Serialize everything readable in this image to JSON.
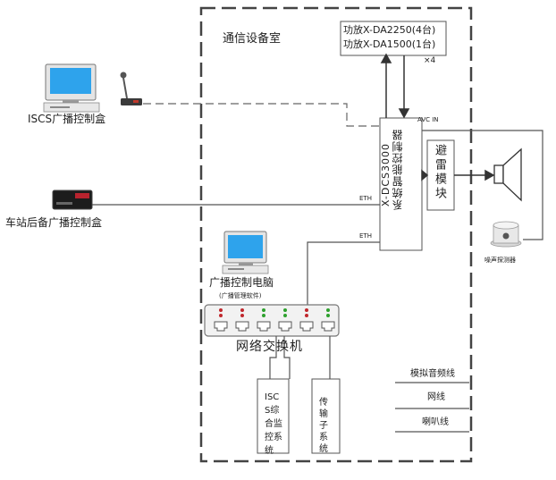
{
  "room_label": "通信设备室",
  "amplifier": {
    "line1": "功放X-DA2250(4台)",
    "line2": "功放X-DA1500(1台)",
    "multiplier": "×4"
  },
  "controller": {
    "name": "系统智能控制器",
    "model": "X-DCS3000"
  },
  "port_labels": {
    "avc_in": "AVC IN",
    "eth_top": "ETH",
    "eth_bottom": "ETH"
  },
  "lightning": {
    "label": "避雷模块"
  },
  "noise_detector": {
    "label": "噪声探测器"
  },
  "iscs_box": {
    "label": "ISCS广播控制盒"
  },
  "backup_box": {
    "label": "车站后备广播控制盒"
  },
  "pc": {
    "label": "广播控制电脑",
    "sub_label": "(广播管理软件)"
  },
  "switch": {
    "label": "网络交换机"
  },
  "iscs_system": {
    "label": "ISCS综合监控系统"
  },
  "transmission": {
    "label": "传输子系统"
  },
  "legend": {
    "analog": "模拟音频线",
    "network": "网线",
    "speaker": "喇叭线"
  }
}
